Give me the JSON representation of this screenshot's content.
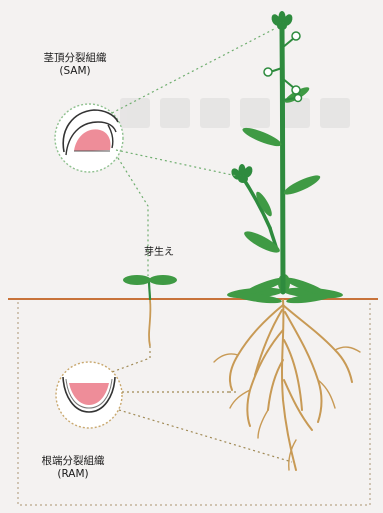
{
  "labels": {
    "sam_name": "茎頂分裂組織",
    "sam_abbr": "(SAM)",
    "ram_name": "根端分裂組織",
    "ram_abbr": "(RAM)",
    "seedling": "芽生え"
  },
  "icons": {
    "plant": "mature-plant-illustration",
    "seedling": "seedling-illustration",
    "sam_magnified": "shoot-apical-meristem-magnified",
    "ram_magnified": "root-apical-meristem-magnified"
  },
  "colors": {
    "soil_line": "#c8733a",
    "stem_green": "#2e8b3e",
    "leaf_green": "#3f9a44",
    "root_tan": "#c89a55",
    "meristem_pink": "#ee8d99",
    "dotted_connector": "#6fae6f",
    "background": "#f4f2f1"
  }
}
